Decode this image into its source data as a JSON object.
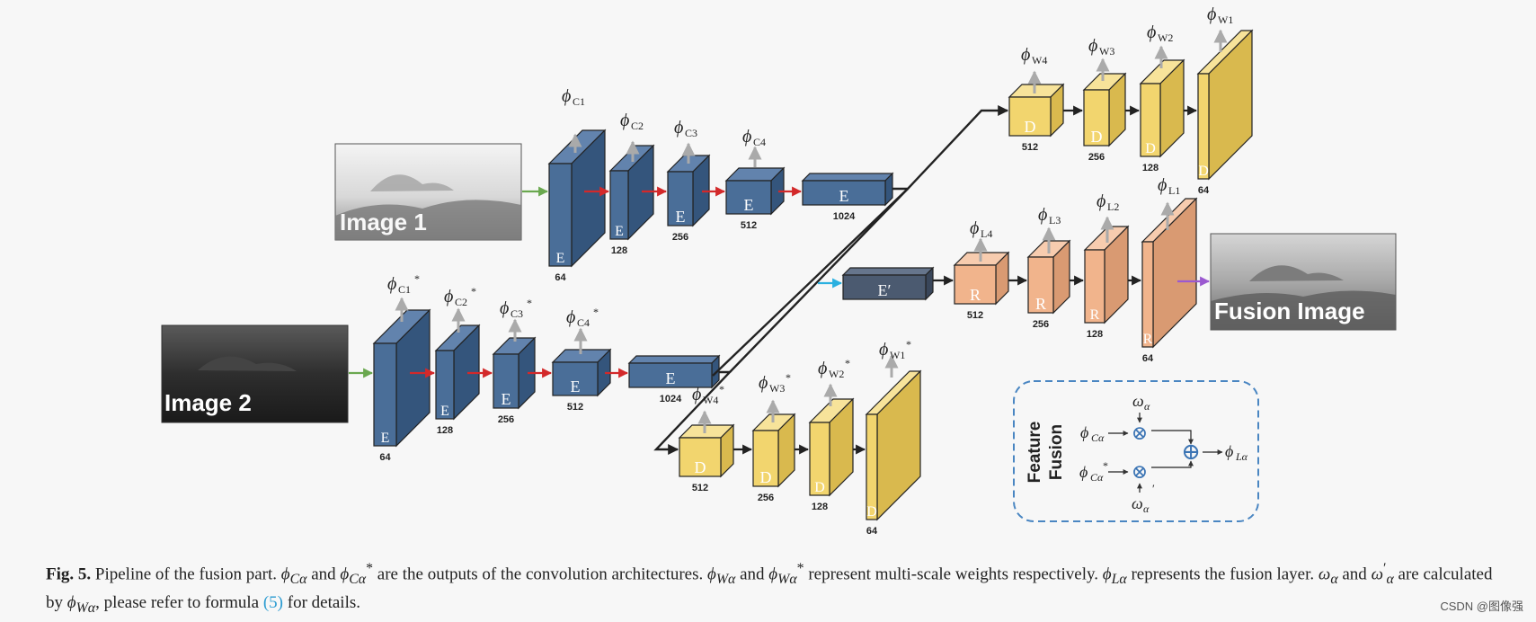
{
  "images": {
    "image1": "Image 1",
    "image2": "Image 2",
    "fusion": "Fusion Image"
  },
  "labels": {
    "E": "E",
    "E_prime": "E′",
    "D": "D",
    "R": "R"
  },
  "enc1_sizes": [
    "64",
    "128",
    "256",
    "512",
    "1024"
  ],
  "enc2_sizes": [
    "64",
    "128",
    "256",
    "512",
    "1024"
  ],
  "dec1_sizes": [
    "512",
    "256",
    "128",
    "64"
  ],
  "dec2_sizes": [
    "512",
    "256",
    "128",
    "64"
  ],
  "rec_sizes": [
    "512",
    "256",
    "128",
    "64"
  ],
  "phi_symbol": "ϕ",
  "enc1_subs": [
    "C1",
    "C2",
    "C3",
    "C4"
  ],
  "enc2_subs": [
    "C1",
    "C2",
    "C3",
    "C4"
  ],
  "dec1_subs": [
    "W4",
    "W3",
    "W2",
    "W1"
  ],
  "dec2_subs": [
    "W4",
    "W3",
    "W2",
    "W1"
  ],
  "rec_subs": [
    "L4",
    "L3",
    "L2",
    "L1"
  ],
  "star": "*",
  "fusion_box": {
    "title_line1": "Feature",
    "title_line2": "Fusion",
    "omega": "ω",
    "sub_alpha": "α",
    "phi_C": "ϕ",
    "sub_C": "Cα",
    "sub_L": "Lα",
    "prime": "′",
    "otimes": "⊗",
    "oplus": "⊕"
  },
  "caption": {
    "fig_label": "Fig. 5.",
    "part1": "Pipeline of the fusion part.",
    "phi_Ca": "ϕ",
    "sub_Ca": "Cα",
    "and": "and",
    "part2": "are the outputs of the convolution architectures.",
    "sub_Wa": "Wα",
    "part3": "represent multi-scale weights respectively.",
    "sub_La": "Lα",
    "part4": "represents the fusion layer.",
    "omega_a": "ω",
    "sub_a": "α",
    "part5": "are calculated by",
    "part6": ", please refer to formula",
    "ref": "(5)",
    "part7": "for details."
  },
  "colors": {
    "encoder": "#4a6e98",
    "encoder_side": "#34557c",
    "encoder_top": "#6283ad",
    "decoder": "#f2d56e",
    "decoder_side": "#d9b94e",
    "decoder_top": "#f7e39a",
    "recon": "#f1b48c",
    "recon_side": "#d99a72",
    "recon_top": "#f7ccaf",
    "eprime": "#4b5a70",
    "arrow_red": "#d3292a",
    "arrow_green": "#6aa84f",
    "arrow_cyan": "#2ab0e0",
    "arrow_purple": "#9b59d0",
    "arrow_gray": "#aaaaaa",
    "fusion_border": "#4a86c2"
  },
  "watermark": "CSDN @图像强"
}
